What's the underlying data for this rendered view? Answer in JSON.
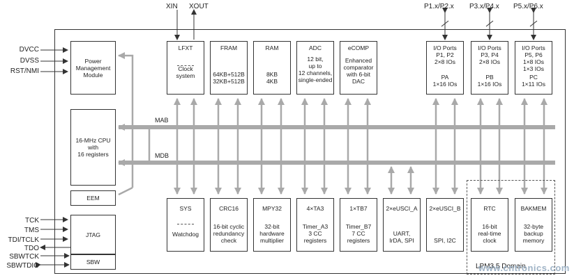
{
  "pins_left": [
    {
      "id": "dvcc",
      "label": "DVCC"
    },
    {
      "id": "dvss",
      "label": "DVSS"
    },
    {
      "id": "rstnmi",
      "label": "RST/NMI"
    },
    {
      "id": "tck",
      "label": "TCK"
    },
    {
      "id": "tms",
      "label": "TMS"
    },
    {
      "id": "tditclk",
      "label": "TDI/TCLK"
    },
    {
      "id": "tdo",
      "label": "TDO"
    },
    {
      "id": "sbwtck",
      "label": "SBWTCK"
    },
    {
      "id": "sbwtdio",
      "label": "SBWTDIO"
    }
  ],
  "pins_top": {
    "xin": "XIN",
    "xout": "XOUT",
    "p1p2": "P1.x/P2.x",
    "p3p4": "P3.x/P4.x",
    "p5p6": "P5.x/P6.x"
  },
  "buses": {
    "mab": "MAB",
    "mdb": "MDB"
  },
  "blocks": {
    "pmm": {
      "top": "Power\nManagement\nModule"
    },
    "cpu": {
      "top": "16-MHz CPU\nwith\n16 registers"
    },
    "eem": {
      "top": "EEM"
    },
    "jtag": {
      "top": "JTAG"
    },
    "sbw": {
      "top": "SBW"
    },
    "lfxt": {
      "top": "LFXT",
      "bottom": "Clock\nsystem"
    },
    "fram": {
      "top": "FRAM",
      "bottom": "64KB+512B\n32KB+512B"
    },
    "ram": {
      "top": "RAM",
      "bottom": "8KB\n4KB"
    },
    "adc": {
      "top": "ADC",
      "bottom": "12 bit,\nup to\n12 channels,\nsingle-ended"
    },
    "ecomp": {
      "top": "eCOMP",
      "bottom": "Enhanced\ncomparator\nwith 6-bit\nDAC"
    },
    "pa": {
      "top": "I/O Ports\nP1, P2\n2×8 IOs",
      "bottom": "PA\n1×16 IOs"
    },
    "pb": {
      "top": "I/O Ports\nP3, P4\n2×8 IOs",
      "bottom": "PB\n1×16 IOs"
    },
    "pc": {
      "top": "I/O Ports\nP5, P6\n1×8 IOs\n1×3 IOs",
      "bottom": "PC\n1×11 IOs"
    },
    "sys": {
      "top": "SYS",
      "bottom": "Watchdog"
    },
    "crc16": {
      "top": "CRC16",
      "bottom": "16-bit cyclic\nredundancy\ncheck"
    },
    "mpy32": {
      "top": "MPY32",
      "bottom": "32-bit\nhardware\nmultiplier"
    },
    "ta3": {
      "top": "4×TA3",
      "bottom": "Timer_A3\n3 CC\nregisters"
    },
    "tb7": {
      "top": "1×TB7",
      "bottom": "Timer_B7\n7 CC\nregisters"
    },
    "eusci_a": {
      "top": "2×eUSCI_A",
      "bottom": "UART,\nIrDA, SPI"
    },
    "eusci_b": {
      "top": "2×eUSCI_B",
      "bottom": "SPI, I2C"
    },
    "rtc": {
      "top": "RTC",
      "bottom": "16-bit\nreal-time\nclock"
    },
    "bakmem": {
      "top": "BAKMEM",
      "bottom": "32-byte\nbackup\nmemory"
    }
  },
  "domain_label": "LPM3.5 Domain",
  "watermark": "www.cntronics.com",
  "colors": {
    "bus": "#a9a9a9",
    "line": "#333333",
    "watermark": "#9fb3c6"
  }
}
